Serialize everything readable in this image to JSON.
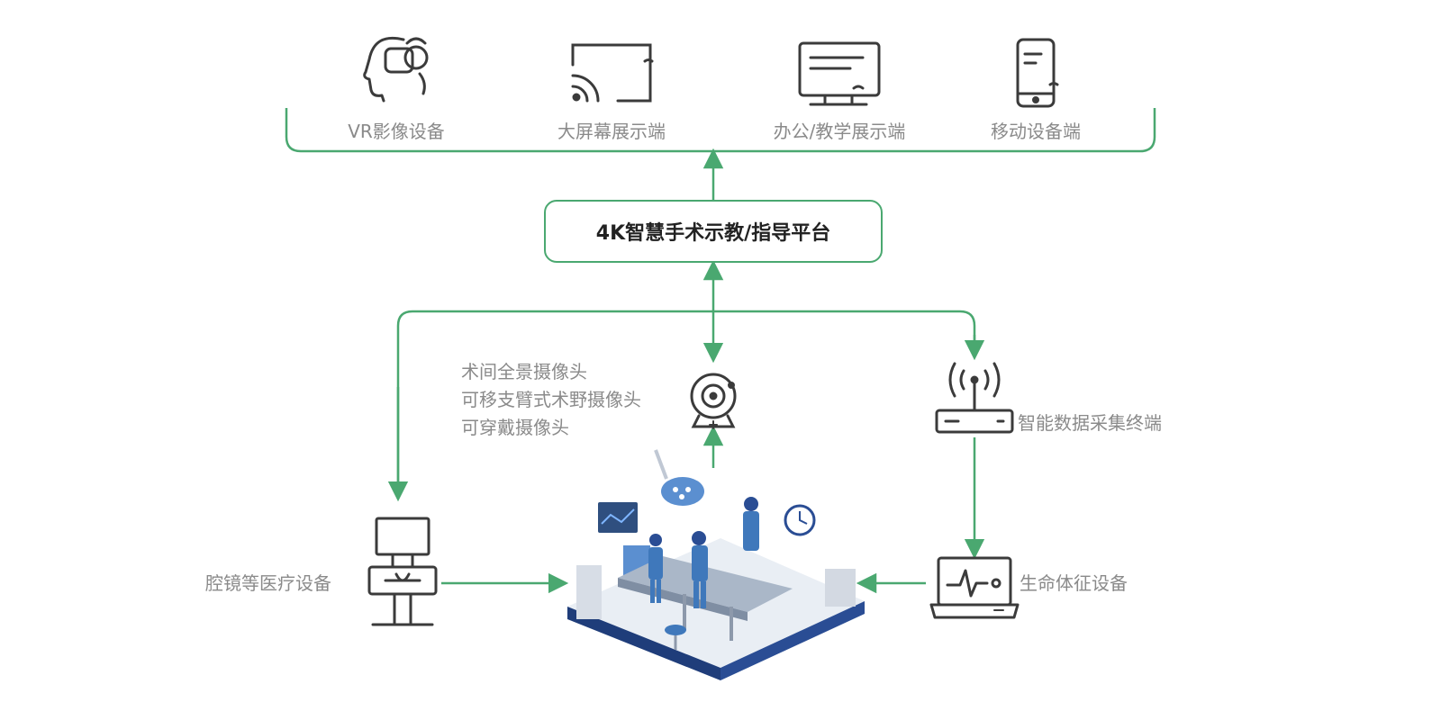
{
  "colors": {
    "line": "#4aa870",
    "icon": "#3b3b3b",
    "text": "#8a8a8a",
    "title": "#222222",
    "scene_blue": "#3f6fb0"
  },
  "devices": [
    {
      "label": "VR影像设备",
      "icon": "vr-headset-icon"
    },
    {
      "label": "大屏幕展示端",
      "icon": "large-screen-cast-icon"
    },
    {
      "label": "办公/教学展示端",
      "icon": "monitor-icon"
    },
    {
      "label": "移动设备端",
      "icon": "mobile-phone-icon"
    }
  ],
  "platform": {
    "title": "4K智慧手术示教/指导平台"
  },
  "cameras": {
    "lines": [
      "术间全景摄像头",
      "可移支臂式术野摄像头",
      "可穿戴摄像头"
    ],
    "icon": "webcam-icon"
  },
  "terminal": {
    "label": "智能数据采集终端",
    "icon": "wireless-router-icon"
  },
  "endoscope": {
    "label": "腔镜等医疗设备",
    "icon": "endoscope-cart-icon"
  },
  "vitals": {
    "label": "生命体征设备",
    "icon": "vital-signs-monitor-icon"
  },
  "scene": {
    "icon": "operating-room-illustration"
  }
}
